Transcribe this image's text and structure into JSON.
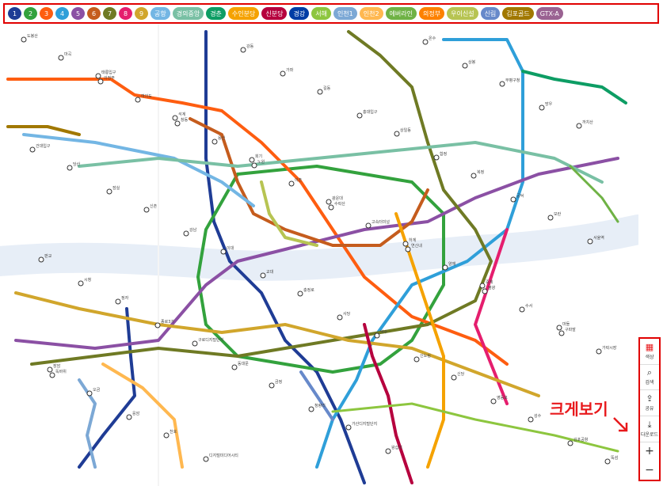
{
  "legend": [
    {
      "label": "1",
      "color": "#1f3c95",
      "num": true
    },
    {
      "label": "2",
      "color": "#33a23d",
      "num": true
    },
    {
      "label": "3",
      "color": "#fe5d10",
      "num": true
    },
    {
      "label": "4",
      "color": "#2f9fd9",
      "num": true
    },
    {
      "label": "5",
      "color": "#8b50a4",
      "num": true
    },
    {
      "label": "6",
      "color": "#c55c1d",
      "num": true
    },
    {
      "label": "7",
      "color": "#6f7a24",
      "num": true
    },
    {
      "label": "8",
      "color": "#e51e6e",
      "num": true
    },
    {
      "label": "9",
      "color": "#d1a62c",
      "num": true
    },
    {
      "label": "공항",
      "color": "#73b6e4",
      "num": false
    },
    {
      "label": "경의중앙",
      "color": "#79c0a4",
      "num": false
    },
    {
      "label": "경춘",
      "color": "#0d9d64",
      "num": false
    },
    {
      "label": "수인분당",
      "color": "#f5a200",
      "num": false
    },
    {
      "label": "신분당",
      "color": "#b6003e",
      "num": false
    },
    {
      "label": "경강",
      "color": "#003da5",
      "num": false
    },
    {
      "label": "서해",
      "color": "#8dc63f",
      "num": false
    },
    {
      "label": "인천1",
      "color": "#7ca8d5",
      "num": false
    },
    {
      "label": "인천2",
      "color": "#ffb850",
      "num": false
    },
    {
      "label": "에버라인",
      "color": "#6fb245",
      "num": false
    },
    {
      "label": "의정부",
      "color": "#fd8100",
      "num": false
    },
    {
      "label": "우이신설",
      "color": "#b7c452",
      "num": false
    },
    {
      "label": "신림",
      "color": "#6789ca",
      "num": false
    },
    {
      "label": "김포골드",
      "color": "#a17800",
      "num": false
    },
    {
      "label": "GTX-A",
      "color": "#9a6292",
      "num": false
    }
  ],
  "toolbar": {
    "items": [
      {
        "label": "색상",
        "icon": "palette-icon",
        "glyph": "▦"
      },
      {
        "label": "검색",
        "icon": "search-route-icon",
        "glyph": "⌕"
      },
      {
        "label": "공유",
        "icon": "share-icon",
        "glyph": "⇪"
      },
      {
        "label": "다운로드",
        "icon": "download-icon",
        "glyph": "⤓"
      }
    ],
    "zoom_in": "+",
    "zoom_out": "−"
  },
  "big_view_label": "크게보기",
  "stations": [
    {
      "name": "도봉산"
    },
    {
      "name": "의정부"
    },
    {
      "name": "창동"
    },
    {
      "name": "노원"
    },
    {
      "name": "수락산"
    },
    {
      "name": "연신내"
    },
    {
      "name": "불광"
    },
    {
      "name": "구파발"
    },
    {
      "name": "독바위"
    },
    {
      "name": "응암"
    },
    {
      "name": "디지털미디어시티"
    },
    {
      "name": "가좌"
    },
    {
      "name": "홍대입구"
    },
    {
      "name": "합정"
    },
    {
      "name": "공덕"
    },
    {
      "name": "서울역"
    },
    {
      "name": "시청"
    },
    {
      "name": "종로3가"
    },
    {
      "name": "동대문"
    },
    {
      "name": "청량리"
    },
    {
      "name": "왕십리"
    },
    {
      "name": "상봉"
    },
    {
      "name": "망우"
    },
    {
      "name": "건대입구"
    },
    {
      "name": "잠실"
    },
    {
      "name": "강남"
    },
    {
      "name": "교대"
    },
    {
      "name": "사당"
    },
    {
      "name": "신도림"
    },
    {
      "name": "영등포"
    },
    {
      "name": "김포공항"
    },
    {
      "name": "마곡"
    },
    {
      "name": "여의도"
    },
    {
      "name": "용산"
    },
    {
      "name": "이촌"
    },
    {
      "name": "고속터미널"
    },
    {
      "name": "양재"
    },
    {
      "name": "수서"
    },
    {
      "name": "가락시장"
    },
    {
      "name": "오금"
    },
    {
      "name": "천호"
    },
    {
      "name": "강동"
    },
    {
      "name": "길동"
    },
    {
      "name": "상일동"
    },
    {
      "name": "복정"
    },
    {
      "name": "모란"
    },
    {
      "name": "판교"
    },
    {
      "name": "정자"
    },
    {
      "name": "구로디지털단지"
    },
    {
      "name": "금정"
    },
    {
      "name": "가산디지털단지"
    },
    {
      "name": "온수"
    },
    {
      "name": "부평구청"
    },
    {
      "name": "까치산"
    },
    {
      "name": "당산"
    },
    {
      "name": "신촌"
    },
    {
      "name": "이대"
    },
    {
      "name": "충정로"
    },
    {
      "name": "약수"
    },
    {
      "name": "신당"
    },
    {
      "name": "성수"
    },
    {
      "name": "뚝섬"
    },
    {
      "name": "태릉입구"
    },
    {
      "name": "석계"
    },
    {
      "name": "회기"
    },
    {
      "name": "광운대"
    },
    {
      "name": "하계"
    },
    {
      "name": "중계"
    },
    {
      "name": "마들"
    },
    {
      "name": "장암"
    }
  ]
}
